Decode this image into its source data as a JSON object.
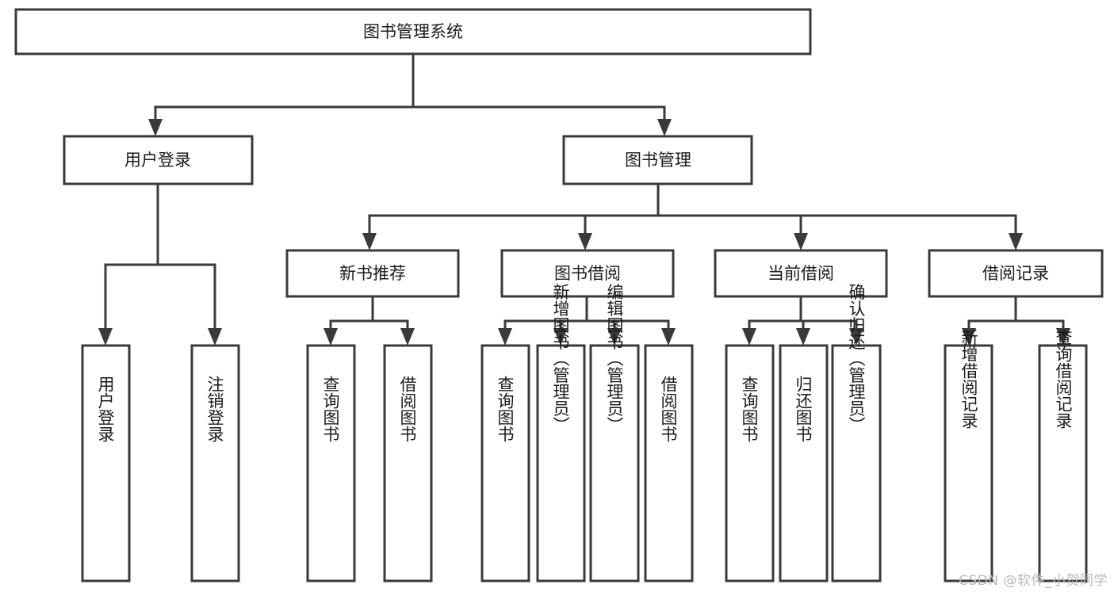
{
  "diagram": {
    "title": "图书管理系统",
    "type": "hierarchy-tree",
    "watermark": "CSDN @软件_小贺同学",
    "colors": {
      "stroke": "#3a3a3a",
      "fill": "#ffffff",
      "text": "#1a1a1a",
      "watermark": "#b9b9b9",
      "background": "#ffffff"
    },
    "nodes": {
      "root": {
        "label": "图书管理系统"
      },
      "level1": [
        {
          "id": "user-login",
          "label": "用户登录"
        },
        {
          "id": "book-management",
          "label": "图书管理"
        }
      ],
      "level2": [
        {
          "id": "new-book-recommend",
          "label": "新书推荐",
          "parent": "book-management"
        },
        {
          "id": "book-borrow",
          "label": "图书借阅",
          "parent": "book-management"
        },
        {
          "id": "current-borrow",
          "label": "当前借阅",
          "parent": "book-management"
        },
        {
          "id": "borrow-record",
          "label": "借阅记录",
          "parent": "book-management"
        }
      ],
      "leaves": [
        {
          "id": "leaf-user-login",
          "label": "用户登录",
          "parent": "user-login"
        },
        {
          "id": "leaf-logout-login",
          "label": "注销登录",
          "parent": "user-login"
        },
        {
          "id": "leaf-query-book-1",
          "label": "查询图书",
          "parent": "new-book-recommend"
        },
        {
          "id": "leaf-borrow-book-1",
          "label": "借阅图书",
          "parent": "new-book-recommend"
        },
        {
          "id": "leaf-query-book-2",
          "label": "查询图书",
          "parent": "book-borrow"
        },
        {
          "id": "leaf-add-book",
          "label": "新增图书（管理员）",
          "parent": "book-borrow"
        },
        {
          "id": "leaf-edit-book",
          "label": "编辑图书（管理员）",
          "parent": "book-borrow"
        },
        {
          "id": "leaf-borrow-book-2",
          "label": "借阅图书",
          "parent": "book-borrow"
        },
        {
          "id": "leaf-query-book-3",
          "label": "查询图书",
          "parent": "current-borrow"
        },
        {
          "id": "leaf-return-book",
          "label": "归还图书",
          "parent": "current-borrow"
        },
        {
          "id": "leaf-confirm-return",
          "label": "确认归还（管理员）",
          "parent": "current-borrow"
        },
        {
          "id": "leaf-add-record",
          "label": "新增借阅记录",
          "parent": "borrow-record"
        },
        {
          "id": "leaf-query-record",
          "label": "查询借阅记录",
          "parent": "borrow-record"
        }
      ]
    }
  }
}
